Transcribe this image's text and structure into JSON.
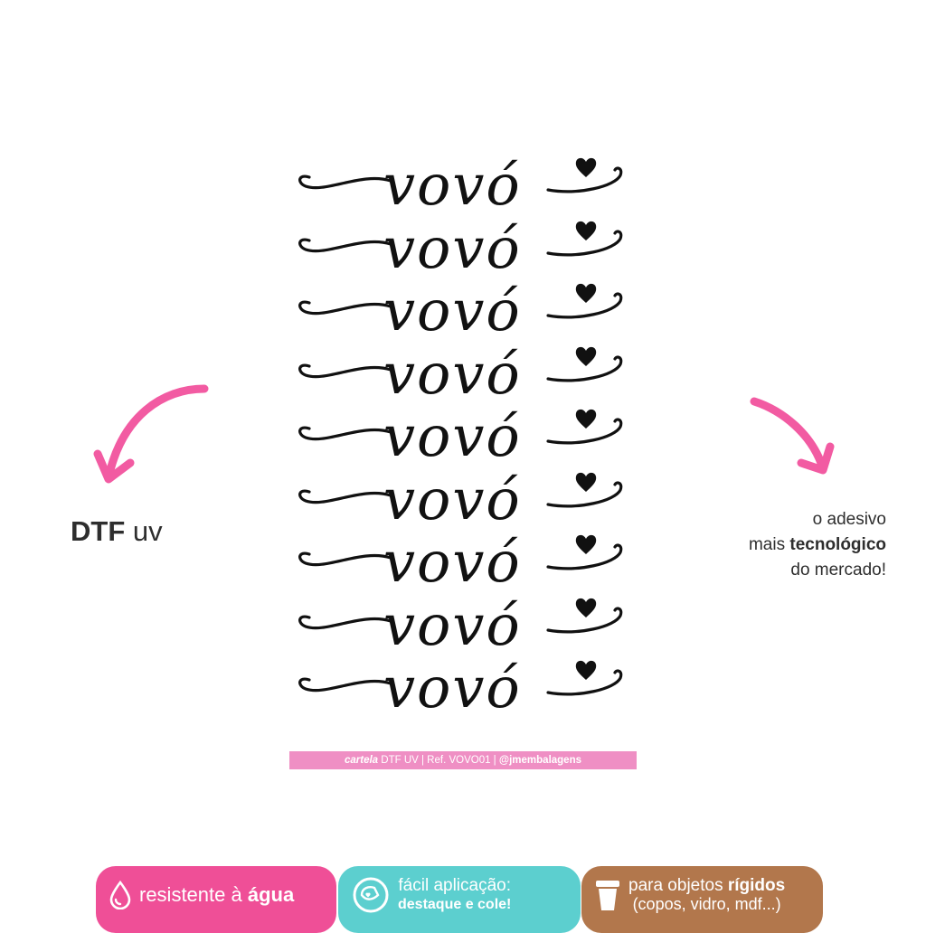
{
  "sheet": {
    "word": "vovó",
    "row_count": 9,
    "ink_color": "#111111"
  },
  "caption": {
    "bold": "cartela",
    "text": "DTF UV | Ref. VOVO01 |",
    "handle": "@jmembalagens",
    "background": "#ef8fc4"
  },
  "left_label": {
    "bold": "DTF",
    "normal": "uv"
  },
  "right_tagline": {
    "line1": "o adesivo",
    "line2_prefix": "mais",
    "line2_bold": "tecnológico",
    "line3": "do mercado!"
  },
  "accent_color": "#f25ba2",
  "badges": [
    {
      "name": "water",
      "text": "resistente à",
      "bold": "água",
      "icon": "water-drop-icon",
      "color": "#ef4f97"
    },
    {
      "name": "apply",
      "line1": "fácil aplicação:",
      "line2": "destaque e cole!",
      "icon": "sticker-peel-icon",
      "color": "#5ccfcf"
    },
    {
      "name": "rigid",
      "line1_prefix": "para objetos",
      "line1_bold": "rígidos",
      "line2": "(copos, vidro, mdf...)",
      "icon": "cup-icon",
      "color": "#b2774c"
    }
  ]
}
